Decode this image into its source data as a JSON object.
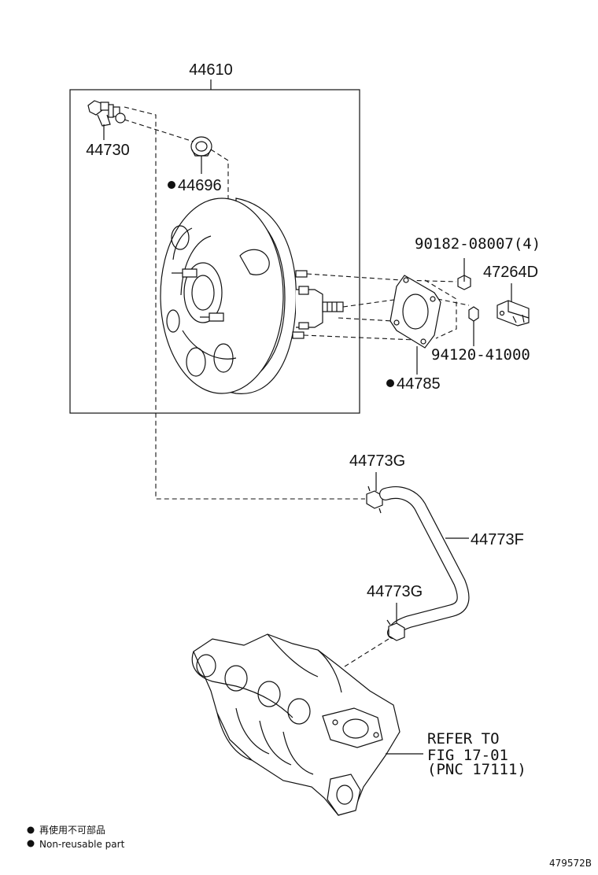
{
  "parts": {
    "booster_assy": "44610",
    "check_valve": "44730",
    "grommet": "44696",
    "gasket": "44785",
    "nut": "90182-08007(4)",
    "clevis_pin_clip": "47264D",
    "nut_small": "94120-41000",
    "clip_upper": "44773G",
    "hose": "44773F",
    "clip_lower": "44773G"
  },
  "marks": {
    "bullet": "●"
  },
  "refer": {
    "line1": "REFER TO",
    "line2": "FIG 17-01",
    "line3": "(PNC 17111)"
  },
  "legend": {
    "jp": "再使用不可部品",
    "en": "Non-reusable part"
  },
  "figure_id": "479572B"
}
